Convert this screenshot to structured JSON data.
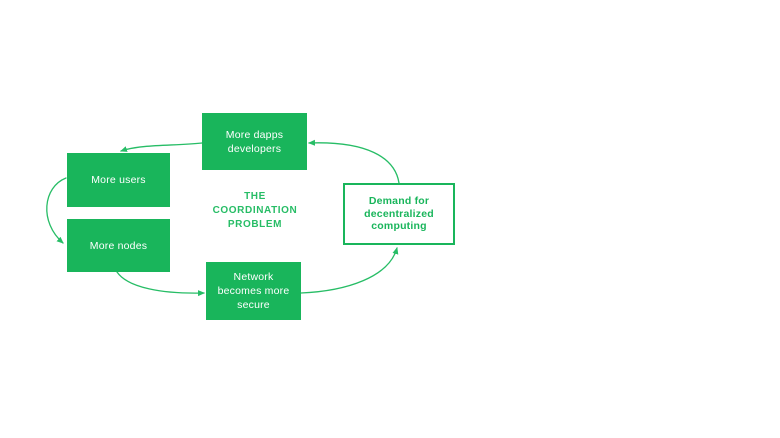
{
  "colors": {
    "green": "#19b55b",
    "green_bright": "#27bd66",
    "box_text": "#ffffff",
    "background": "#ffffff"
  },
  "diagram": {
    "center_label": "THE\nCOORDINATION\nPROBLEM",
    "nodes": {
      "dapps": {
        "label": "More dapps\ndevelopers",
        "style": "filled"
      },
      "users": {
        "label": "More users",
        "style": "filled"
      },
      "nodes": {
        "label": "More nodes",
        "style": "filled"
      },
      "network": {
        "label": "Network\nbecomes more\nsecure",
        "style": "filled"
      },
      "demand": {
        "label": "Demand for\ndecentralized\ncomputing",
        "style": "outlined"
      }
    },
    "edges": [
      {
        "from": "demand",
        "to": "dapps"
      },
      {
        "from": "dapps",
        "to": "users"
      },
      {
        "from": "users",
        "to": "nodes"
      },
      {
        "from": "nodes",
        "to": "network"
      },
      {
        "from": "network",
        "to": "demand"
      }
    ]
  }
}
